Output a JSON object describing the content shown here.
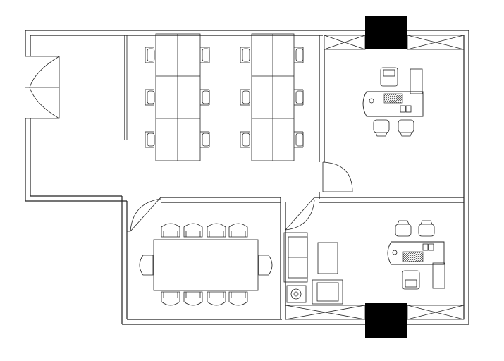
{
  "drawing": {
    "type": "office floor plan",
    "colors": {
      "line": "#222222",
      "column": "#000000",
      "background": "#ffffff",
      "hatch": "#333333"
    },
    "rooms": [
      {
        "id": "open-office",
        "workstations": 12
      },
      {
        "id": "manager-office-top",
        "furniture": [
          "executive-desk",
          "armchair",
          "two-guest-chairs",
          "side-cabinet"
        ]
      },
      {
        "id": "conference-room",
        "seats": 10
      },
      {
        "id": "reception-lounge",
        "furniture": [
          "sofa",
          "coffee-table",
          "armchair",
          "side-table"
        ]
      },
      {
        "id": "manager-office-bottom",
        "furniture": [
          "executive-desk",
          "chair",
          "two-guest-chairs",
          "side-cabinet"
        ]
      }
    ],
    "doors": [
      "entrance-double-door",
      "office-door",
      "conference-door",
      "lounge-door"
    ],
    "columns": 2,
    "windows": 3
  }
}
